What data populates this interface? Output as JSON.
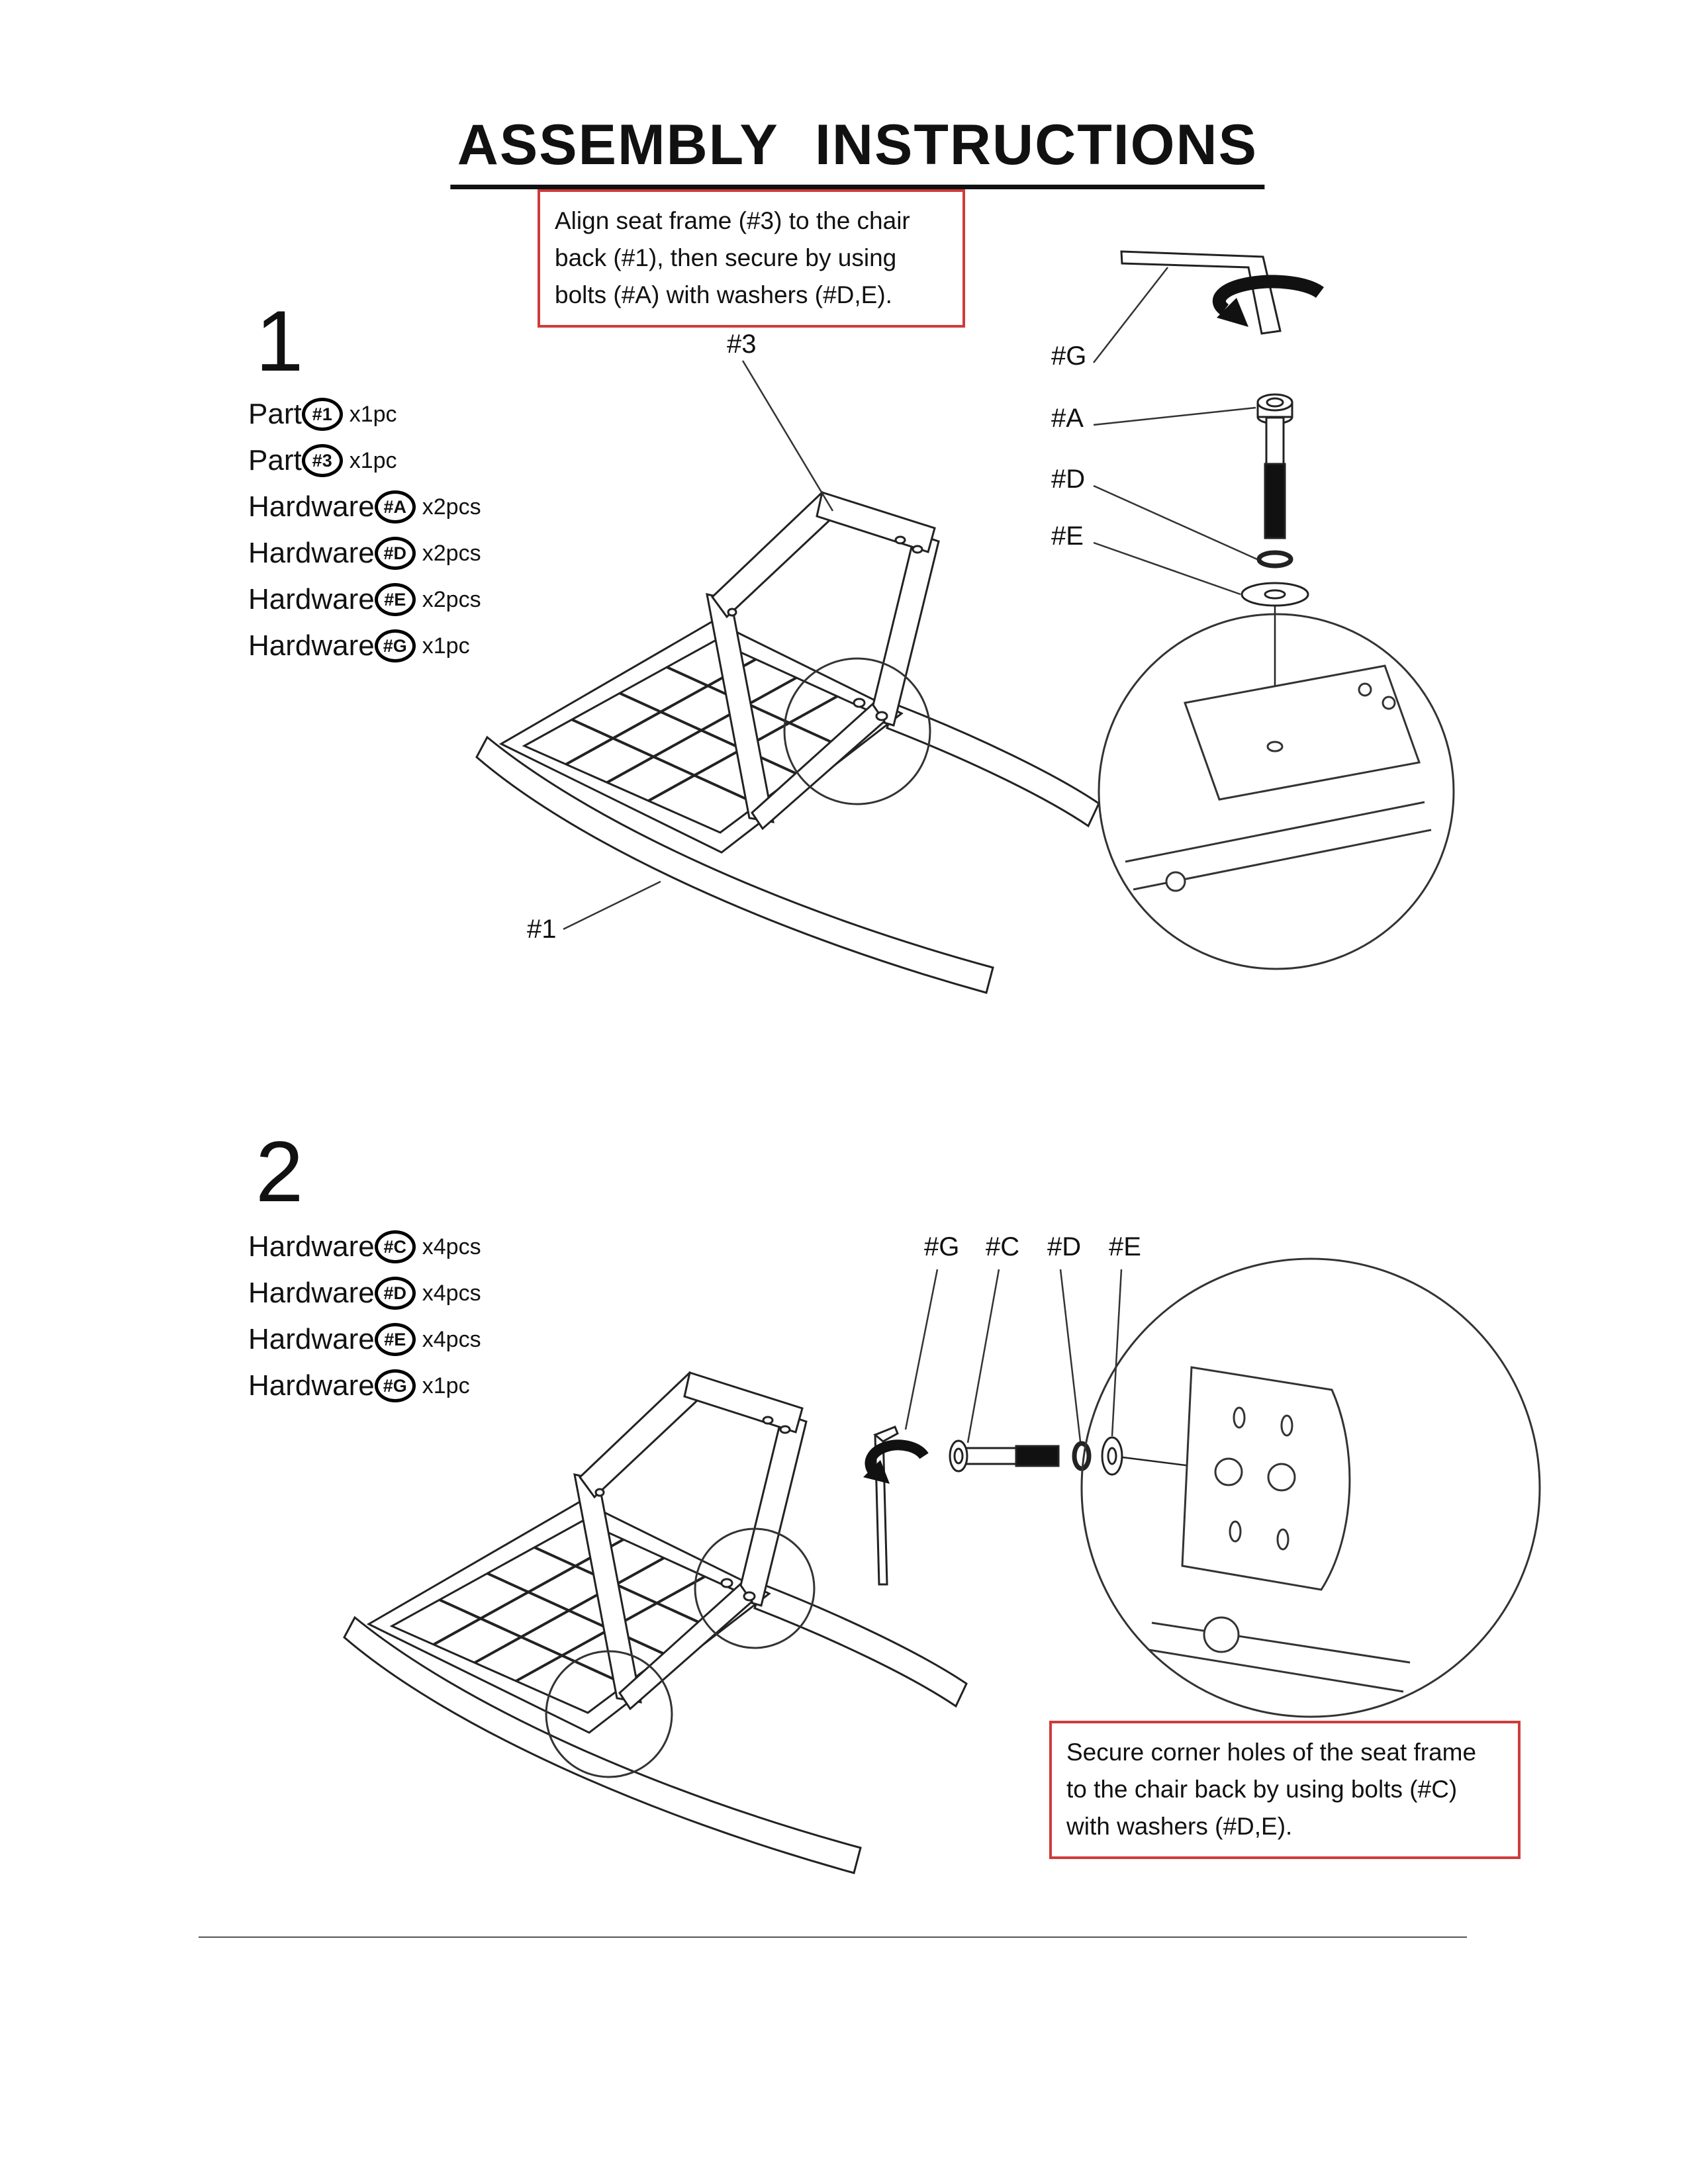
{
  "title": "ASSEMBLY INSTRUCTIONS",
  "step1": {
    "number": "1",
    "note": "Align seat frame (#3) to the chair back (#1), then secure by using bolts (#A) with washers (#D,E).",
    "parts": [
      {
        "label": "Part",
        "code": "#1",
        "qty": "x1pc"
      },
      {
        "label": "Part",
        "code": "#3",
        "qty": "x1pc"
      },
      {
        "label": "Hardware",
        "code": "#A",
        "qty": "x2pcs"
      },
      {
        "label": "Hardware",
        "code": "#D",
        "qty": "x2pcs"
      },
      {
        "label": "Hardware",
        "code": "#E",
        "qty": "x2pcs"
      },
      {
        "label": "Hardware",
        "code": "#G",
        "qty": "x1pc"
      }
    ],
    "diagram_labels": {
      "seat_frame": "#3",
      "chair_back": "#1",
      "g": "#G",
      "a": "#A",
      "d": "#D",
      "e": "#E"
    }
  },
  "step2": {
    "number": "2",
    "note": "Secure corner holes of the seat frame to the chair back by using bolts (#C) with washers (#D,E).",
    "parts": [
      {
        "label": "Hardware",
        "code": "#C",
        "qty": "x4pcs"
      },
      {
        "label": "Hardware",
        "code": "#D",
        "qty": "x4pcs"
      },
      {
        "label": "Hardware",
        "code": "#E",
        "qty": "x4pcs"
      },
      {
        "label": "Hardware",
        "code": "#G",
        "qty": "x1pc"
      }
    ],
    "diagram_labels": {
      "g": "#G",
      "c": "#C",
      "d": "#D",
      "e": "#E"
    }
  },
  "colors": {
    "note_border": "#cf3b3b",
    "ink": "#111111"
  }
}
